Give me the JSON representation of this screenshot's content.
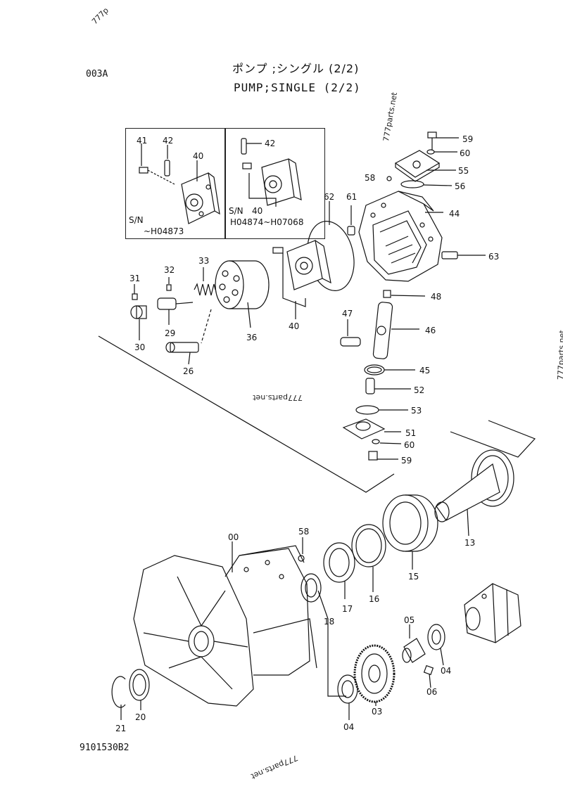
{
  "header": {
    "code": "003A",
    "title_jp": "ポンプ ;シングル (2/2)",
    "title_en": "PUMP;SINGLE (2/2)"
  },
  "footer": {
    "drawing_number": "9101530B2"
  },
  "watermarks": [
    "777p",
    "777parts.net",
    "777parts.net",
    "777parts.net",
    "777parts.net"
  ],
  "insets": {
    "left": {
      "serial_label": "S/N",
      "serial_range": "~H04873"
    },
    "right": {
      "serial_label": "S/N",
      "serial_range": "H04874~H07068"
    }
  },
  "callouts": {
    "c41": "41",
    "c42a": "42",
    "c40a": "40",
    "c42b": "42",
    "c40b": "40",
    "c59a": "59",
    "c60a": "60",
    "c55": "55",
    "c58a": "58",
    "c56": "56",
    "c62": "62",
    "c61": "61",
    "c44": "44",
    "c63": "63",
    "c48": "48",
    "c47": "47",
    "c46": "46",
    "c45": "45",
    "c52": "52",
    "c53": "53",
    "c51": "51",
    "c60b": "60",
    "c59b": "59",
    "c31": "31",
    "c32": "32",
    "c33": "33",
    "c29": "29",
    "c30": "30",
    "c36": "36",
    "c26": "26",
    "c40c": "40",
    "c00": "00",
    "c58b": "58",
    "c17": "17",
    "c16": "16",
    "c15": "15",
    "c13": "13",
    "c18": "18",
    "c05": "05",
    "c04a": "04",
    "c06": "06",
    "c03": "03",
    "c04b": "04",
    "c21": "21",
    "c20": "20"
  },
  "colors": {
    "ink": "#111111",
    "paper": "#ffffff"
  }
}
